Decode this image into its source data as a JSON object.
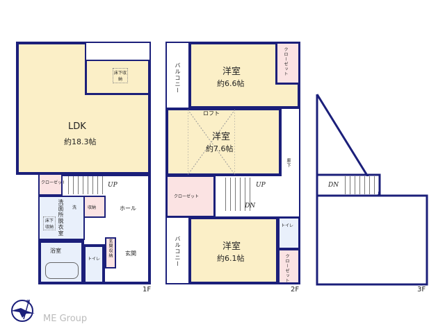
{
  "floor1": {
    "label": "1F",
    "ldk_name": "LDK",
    "ldk_size": "約18.3帖",
    "underfloor": "床下収納",
    "closet": "クローゼット",
    "up": "UP",
    "storage": "収納",
    "hall": "ホール",
    "washroom": "洗面所脱衣室",
    "wash": "洗",
    "washroom_underfloor": "床下収納",
    "bath": "浴室",
    "toilet": "トイレ",
    "entrance_storage": "玄関収納",
    "entrance": "玄関"
  },
  "floor2": {
    "label": "2F",
    "balcony_top": "バルコニー",
    "room1_name": "洋室",
    "room1_size": "約6.6帖",
    "closet1": "クローゼット",
    "loft": "ロフト",
    "room2_name": "洋室",
    "room2_size": "約7.6帖",
    "corridor": "廊下",
    "closet2": "クローゼット",
    "up": "UP",
    "dn": "DN",
    "balcony_bottom": "バルコニー",
    "toilet": "トイレ",
    "room3_name": "洋室",
    "room3_size": "約6.1帖",
    "closet3": "クローゼット"
  },
  "floor3": {
    "label": "3F",
    "dn": "DN"
  },
  "brand": {
    "name": "ME Group"
  },
  "colors": {
    "wall": "#1b1f7a",
    "room": "#fbefc7",
    "wet": "#e9f0fb",
    "storage": "#fbe3e3"
  }
}
